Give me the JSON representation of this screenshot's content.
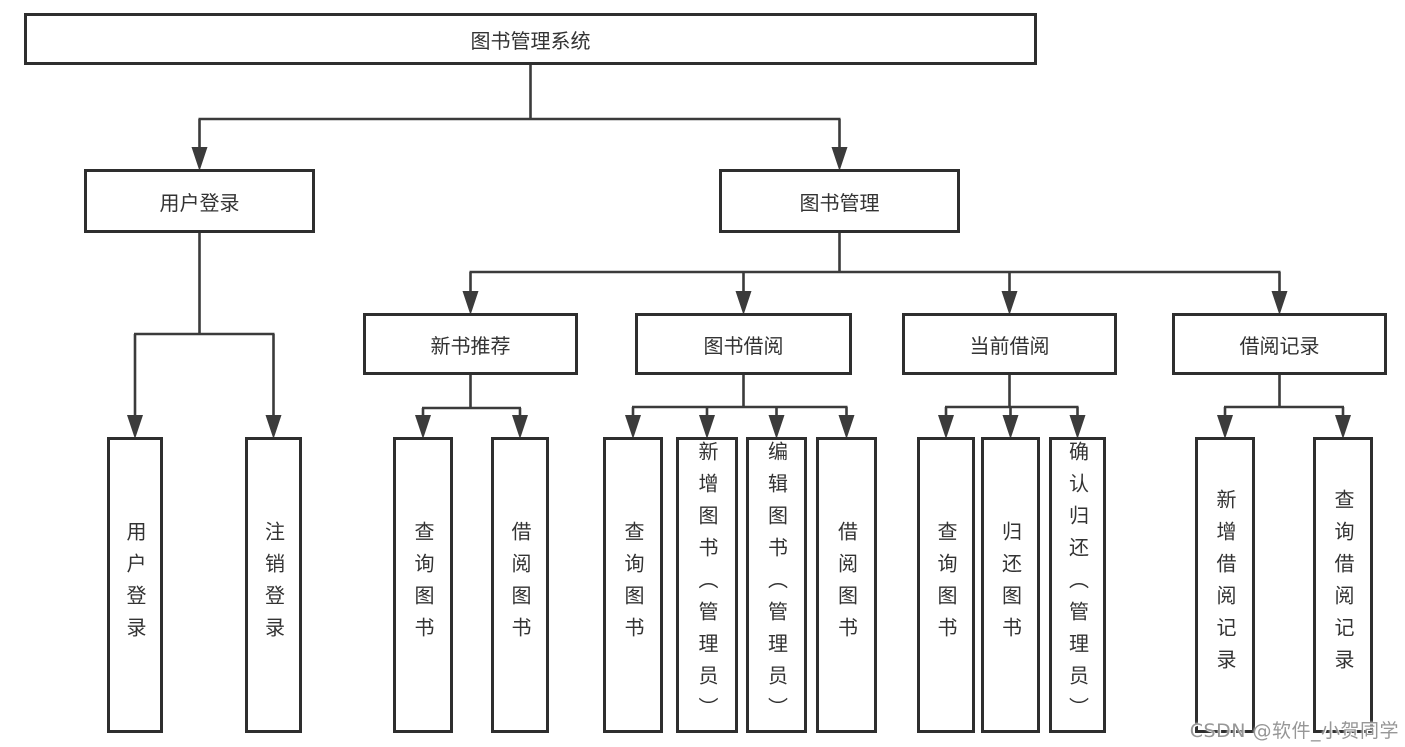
{
  "page": {
    "background": "#ffffff"
  },
  "watermark": {
    "text": "CSDN @软件_小贺同学",
    "color": "#979797"
  },
  "diagram": {
    "type": "tree",
    "title": "图书管理系统",
    "line_color": "#3b3b3b",
    "box_border_color": "#2e2e2e",
    "text_color": "#333333",
    "nodes": [
      {
        "id": "root",
        "label": "图书管理系统",
        "level": 0,
        "orientation": "horizontal",
        "parent": null
      },
      {
        "id": "user-login",
        "label": "用户登录",
        "level": 1,
        "orientation": "horizontal",
        "parent": "root"
      },
      {
        "id": "book-mgmt",
        "label": "图书管理",
        "level": 1,
        "orientation": "horizontal",
        "parent": "root"
      },
      {
        "id": "new-book-rec",
        "label": "新书推荐",
        "level": 2,
        "orientation": "horizontal",
        "parent": "book-mgmt"
      },
      {
        "id": "book-borrow",
        "label": "图书借阅",
        "level": 2,
        "orientation": "horizontal",
        "parent": "book-mgmt"
      },
      {
        "id": "current-borrow",
        "label": "当前借阅",
        "level": 2,
        "orientation": "horizontal",
        "parent": "book-mgmt"
      },
      {
        "id": "borrow-records",
        "label": "借阅记录",
        "level": 2,
        "orientation": "horizontal",
        "parent": "book-mgmt"
      },
      {
        "id": "leaf-user-login",
        "label": "用户登录",
        "level": 3,
        "orientation": "vertical",
        "parent": "user-login"
      },
      {
        "id": "leaf-logout",
        "label": "注销登录",
        "level": 3,
        "orientation": "vertical",
        "parent": "user-login"
      },
      {
        "id": "leaf-query-book-new",
        "label": "查询图书",
        "level": 3,
        "orientation": "vertical",
        "parent": "new-book-rec"
      },
      {
        "id": "leaf-borrow-book-new",
        "label": "借阅图书",
        "level": 3,
        "orientation": "vertical",
        "parent": "new-book-rec"
      },
      {
        "id": "leaf-query-book-borrow",
        "label": "查询图书",
        "level": 3,
        "orientation": "vertical",
        "parent": "book-borrow"
      },
      {
        "id": "leaf-add-book",
        "label": "新增图书（管理员）",
        "level": 3,
        "orientation": "vertical",
        "parent": "book-borrow"
      },
      {
        "id": "leaf-edit-book",
        "label": "编辑图书（管理员）",
        "level": 3,
        "orientation": "vertical",
        "parent": "book-borrow"
      },
      {
        "id": "leaf-borrow-book",
        "label": "借阅图书",
        "level": 3,
        "orientation": "vertical",
        "parent": "book-borrow"
      },
      {
        "id": "leaf-query-book-current",
        "label": "查询图书",
        "level": 3,
        "orientation": "vertical",
        "parent": "current-borrow"
      },
      {
        "id": "leaf-return-book",
        "label": "归还图书",
        "level": 3,
        "orientation": "vertical",
        "parent": "current-borrow"
      },
      {
        "id": "leaf-confirm-return",
        "label": "确认归还（管理员）",
        "level": 3,
        "orientation": "vertical",
        "parent": "current-borrow"
      },
      {
        "id": "leaf-add-borrow-record",
        "label": "新增借阅记录",
        "level": 3,
        "orientation": "vertical",
        "parent": "borrow-records"
      },
      {
        "id": "leaf-query-borrow-record",
        "label": "查询借阅记录",
        "level": 3,
        "orientation": "vertical",
        "parent": "borrow-records"
      }
    ]
  }
}
